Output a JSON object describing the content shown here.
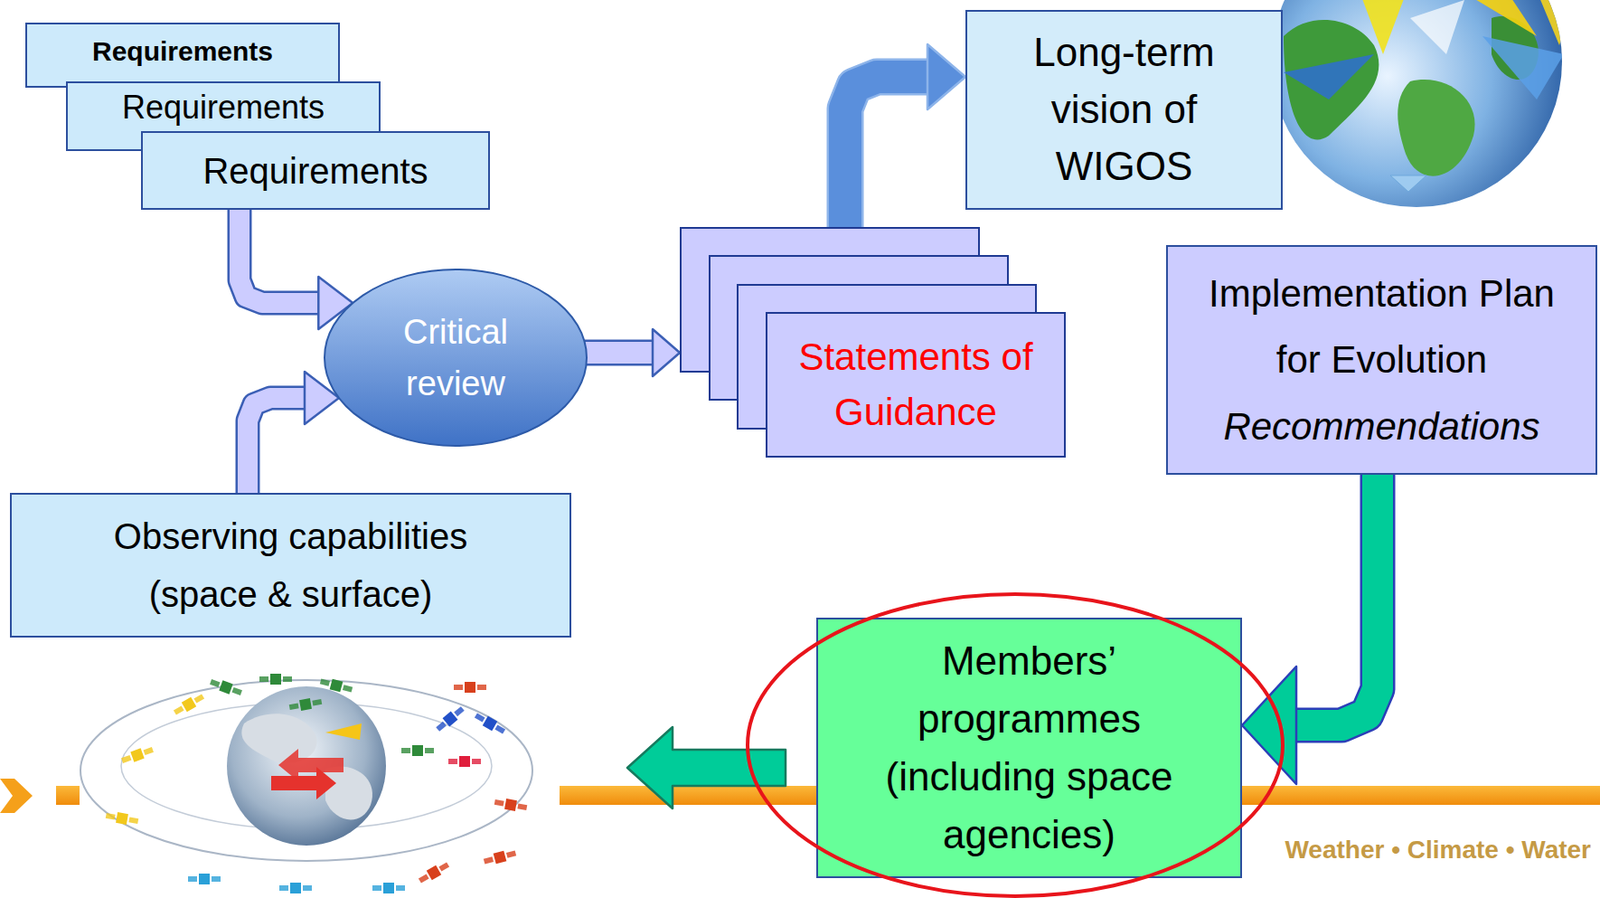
{
  "diagram": {
    "nodes": [
      {
        "text": [
          "Requirements"
        ]
      },
      {
        "text": [
          "Requirements"
        ]
      },
      {
        "text": [
          "Requirements"
        ]
      },
      {
        "text": [
          "Critical review"
        ]
      },
      {
        "text": [
          "Observing capabilities (space & surface)"
        ]
      },
      {
        "text": [
          "Statements of Guidance"
        ]
      },
      {
        "text": [
          "Long-term vision of WIGOS"
        ]
      },
      {
        "text": [
          "Implementation Plan for Evolution",
          "Recommendations"
        ]
      },
      {
        "text": [
          "Members’ programmes (including space agencies)"
        ]
      }
    ],
    "edges": [
      {
        "from": 2,
        "to": 3,
        "arrow": "to"
      },
      {
        "from": 4,
        "to": 3,
        "arrow": "to"
      },
      {
        "from": 3,
        "to": 5,
        "arrow": "to"
      },
      {
        "from": 5,
        "to": 6,
        "arrow": "to"
      },
      {
        "from": 7,
        "to": 8,
        "arrow": "to"
      }
    ],
    "labels": [
      "Weather • Climate • Water"
    ]
  }
}
